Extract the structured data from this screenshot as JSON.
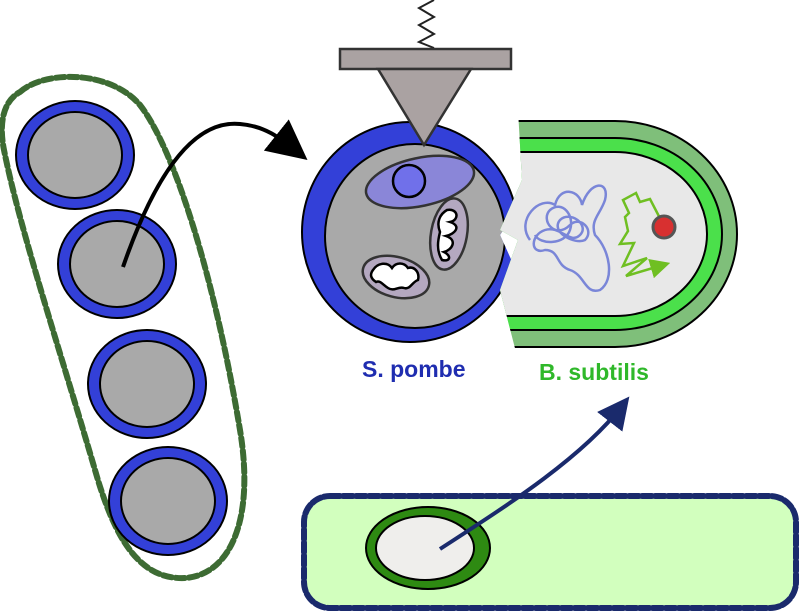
{
  "labels": {
    "species_left": "S. pombe",
    "species_right": "B. subtilis"
  },
  "colors": {
    "pombe_label": "#1f2db0",
    "subtilis_label": "#2fb82a",
    "yeast_wall": "#3340d8",
    "yeast_cytoplasm": "#a9a9a9",
    "nucleus_region": "#8a86d8",
    "nucleolus": "#7070ea",
    "mitochondria": "#b4a8c0",
    "cantilever": "#aaa2a2",
    "bacterium_outer": "#7fbf7a",
    "bacterium_membrane": "#4be04b",
    "bacterium_cytoplasm": "#e8e8e8",
    "nucleoid": "#7a86d8",
    "ribosome_trace": "#6fbf22",
    "ribosome": "#d83030",
    "host_membrane_dashed": "#3d6b33",
    "culture_fill": "#d2ffbe",
    "culture_border": "#1a2a6c",
    "spore_ring": "#2e8a12",
    "spore_core": "#efeeec",
    "arrow_black": "#000000",
    "arrow_navy": "#1a2a6c"
  },
  "components": {
    "afm_probe": "AFM cantilever with spring",
    "left_chain_cells": 4
  }
}
